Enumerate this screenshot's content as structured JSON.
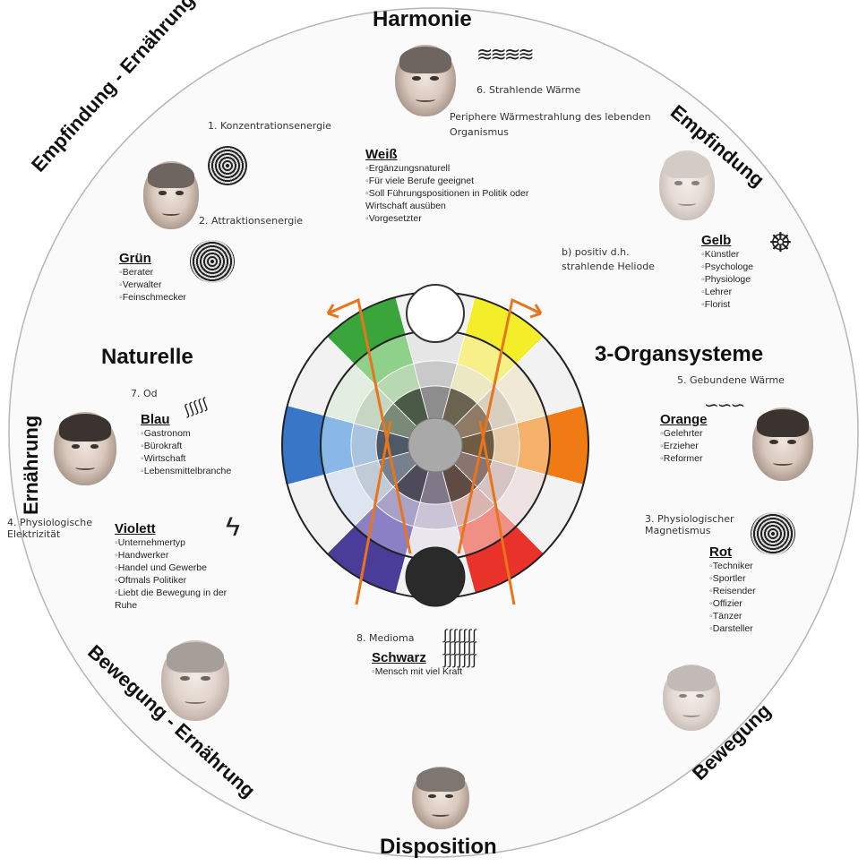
{
  "ring_labels": {
    "top": "Harmonie",
    "bottom": "Disposition",
    "upper_left": "Empfindung - Ernährung",
    "upper_right": "Empfindung",
    "left": "Ernährung",
    "lower_left": "Bewegung - Ernährung",
    "lower_right": "Bewegung"
  },
  "sections": {
    "naturelle": "Naturelle",
    "organsysteme": "3-Organsysteme"
  },
  "energies": {
    "e1": "1. Konzentrationsenergie",
    "e2": "2. Attraktionsenergie",
    "e3": "3. Physiologischer Magnetismus",
    "e4": "4. Physiologische Elektrizität",
    "e5": "5. Gebundene Wärme",
    "e6": "6. Strahlende Wärme",
    "e6_desc": "Periphere Wärmestrahlung des lebenden Organismus",
    "e7": "7. Od",
    "e8": "8. Medioma",
    "heliode": "b) positiv d.h. strahlende Heliode"
  },
  "groups": {
    "weiss": {
      "title": "Weiß",
      "items": [
        "Ergänzungsnaturell",
        "Für viele Berufe geeignet",
        "Soll Führungspositionen in Politik oder Wirtschaft ausüben",
        "Vorgesetzter"
      ]
    },
    "gruen": {
      "title": "Grün",
      "items": [
        "Berater",
        "Verwalter",
        "Feinschmecker"
      ]
    },
    "gelb": {
      "title": "Gelb",
      "items": [
        "Künstler",
        "Psychologe",
        "Physiologe",
        "Lehrer",
        "Florist"
      ]
    },
    "blau": {
      "title": "Blau",
      "items": [
        "Gastronom",
        "Bürokraft",
        "Wirtschaft",
        "Lebensmittelbranche"
      ]
    },
    "orange": {
      "title": "Orange",
      "items": [
        "Gelehrter",
        "Erzieher",
        "Reformer"
      ]
    },
    "violett": {
      "title": "Violett",
      "items": [
        "Unternehmertyp",
        "Handwerker",
        "Handel und Gewerbe",
        "Oftmals Politiker",
        "Liebt die Bewegung in der Ruhe"
      ]
    },
    "rot": {
      "title": "Rot",
      "items": [
        "Techniker",
        "Sportler",
        "Reisender",
        "Offizier",
        "Tänzer",
        "Darsteller"
      ]
    },
    "schwarz": {
      "title": "Schwarz",
      "items": [
        "Mensch mit viel Kraft"
      ]
    }
  },
  "wheel_colors": {
    "outer": [
      "#f2f2f2",
      "#f4ee2a",
      "#f2f2f2",
      "#f07a14",
      "#f2f2f2",
      "#e8322a",
      "#f2f2f2",
      "#4a3d9a",
      "#f2f2f2",
      "#3a76c8",
      "#f2f2f2",
      "#3aa53a"
    ],
    "ring2": [
      "#e6e6e6",
      "#f7f088",
      "#efe9d6",
      "#f5b16a",
      "#eee2e2",
      "#ef8f86",
      "#e9e6ee",
      "#8b80c6",
      "#dde6f0",
      "#8ab8e6",
      "#e2eee0",
      "#8fd08a"
    ],
    "ring3": [
      "#c9c9c9",
      "#ece8c4",
      "#d8cfc0",
      "#e8caa7",
      "#d6c4c4",
      "#d9b4b0",
      "#cac4d6",
      "#a8a2c8",
      "#c1cbd8",
      "#aac4e0",
      "#c6d6c2",
      "#b7d8b0"
    ],
    "ring4": [
      "#8d8d8d",
      "#6c6250",
      "#8f7a66",
      "#6f5a42",
      "#8a7470",
      "#5f4a44",
      "#807888",
      "#4e4a5a",
      "#76808e",
      "#4e5866",
      "#7a8a76",
      "#4a5a46"
    ],
    "center": "#a9a9a9",
    "arrow": "#e8741c"
  }
}
